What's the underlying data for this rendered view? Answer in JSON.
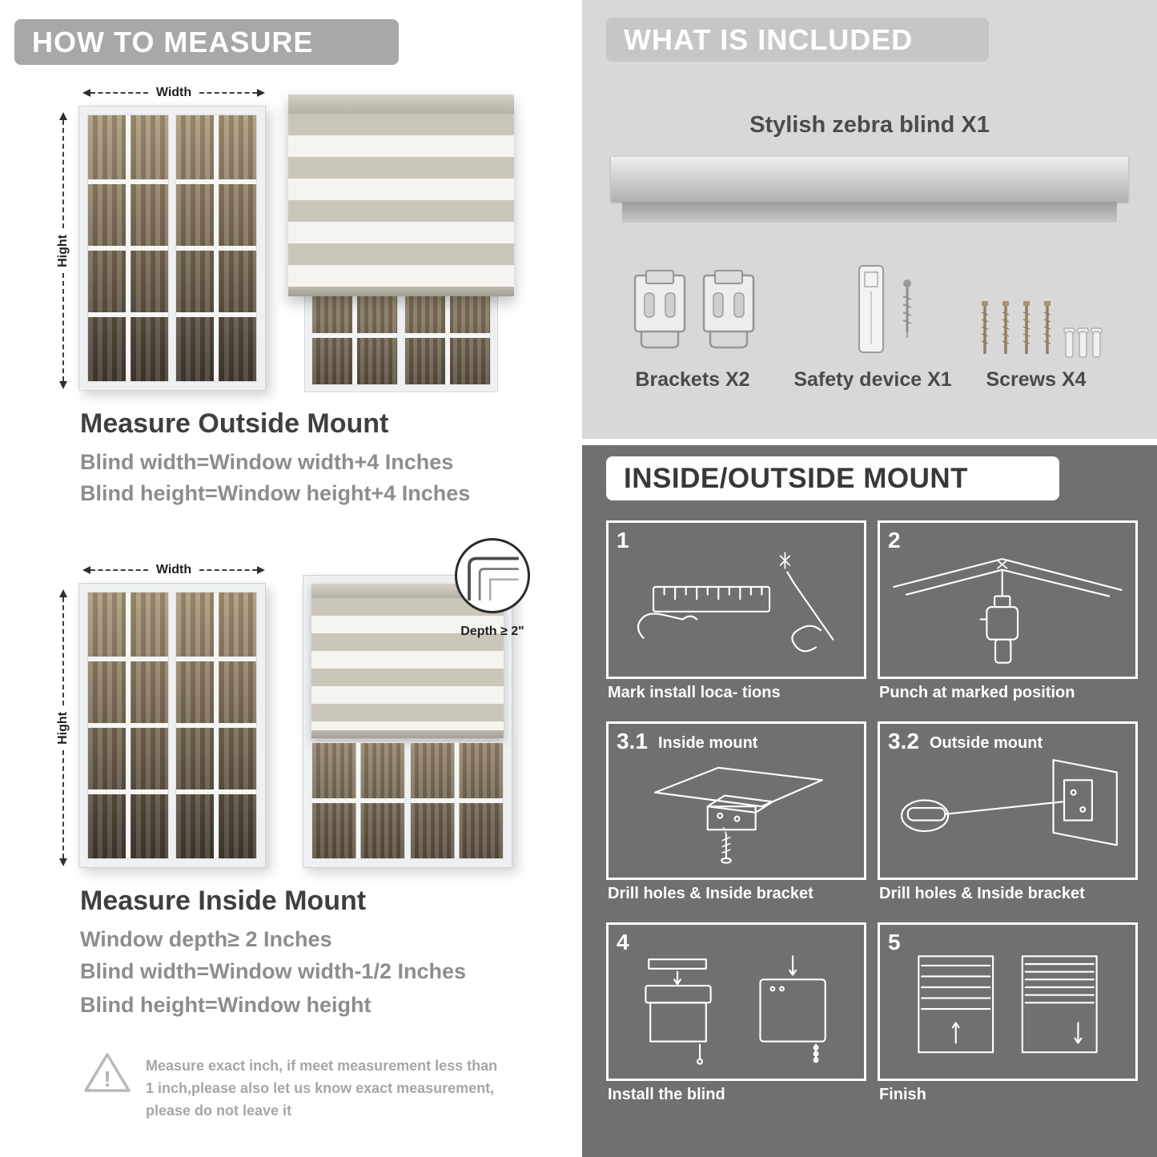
{
  "colors": {
    "left_banner_bg": "#a8a8a8",
    "right_top_bg": "#d8d8d8",
    "right_top_banner_bg": "#c6c6c6",
    "right_bottom_bg": "#707070",
    "heading_text": "#3f3f3f",
    "body_text": "#8d8d8d",
    "banner_text": "#ffffff",
    "blind_stripe": "#cbc6ba",
    "blind_sheer": "#f6f4ef"
  },
  "left": {
    "banner": "HOW TO MEASURE",
    "outside": {
      "width_label": "Width",
      "height_label": "Hight",
      "heading": "Measure Outside Mount",
      "lines": [
        "Blind width=Window width+4 Inches",
        "Blind height=Window height+4 Inches"
      ]
    },
    "inside": {
      "width_label": "Width",
      "height_label": "Hight",
      "depth_label": "Depth ≥ 2\"",
      "heading": "Measure Inside Mount",
      "lines": [
        "Window depth≥ 2 Inches",
        "Blind width=Window width-1/2 Inches",
        "Blind height=Window height"
      ]
    },
    "warning_icon": "!",
    "warning_text": "Measure exact inch, if meet measurement less than 1 inch,please also let us know exact measurement, please do not leave it"
  },
  "right_top": {
    "banner": "WHAT IS INCLUDED",
    "product_title": "Stylish zebra blind X1",
    "items": [
      {
        "label": "Brackets X2"
      },
      {
        "label": "Safety device X1"
      },
      {
        "label": "Screws X4"
      }
    ]
  },
  "right_bottom": {
    "banner": "INSIDE/OUTSIDE MOUNT",
    "steps": [
      {
        "num": "1",
        "title": "",
        "caption": "Mark install loca- tions"
      },
      {
        "num": "2",
        "title": "",
        "caption": "Punch at  marked position"
      },
      {
        "num": "3.1",
        "title": "Inside mount",
        "caption": "Drill holes &  Inside bracket"
      },
      {
        "num": "3.2",
        "title": "Outside mount",
        "caption": "Drill holes &  Inside bracket"
      },
      {
        "num": "4",
        "title": "",
        "caption": "Install the blind"
      },
      {
        "num": "5",
        "title": "",
        "caption": "Finish"
      }
    ]
  }
}
